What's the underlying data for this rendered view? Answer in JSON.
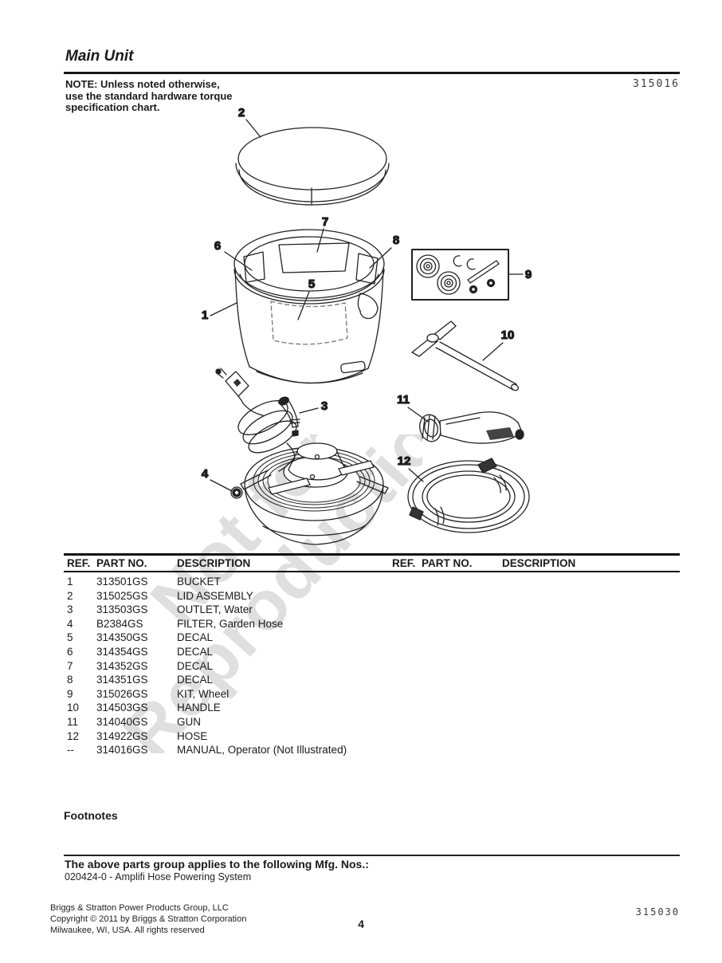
{
  "page": {
    "title": "Main Unit",
    "note": "NOTE: Unless noted otherwise,\nuse the standard hardware torque\nspecification chart.",
    "doc_number_top": "315016",
    "doc_number_bottom": "315030",
    "page_number": "4",
    "watermark": "Not for\nReproduction",
    "line_color": "#161616",
    "watermark_color": "#c6c6c6"
  },
  "diagram": {
    "callouts": {
      "c1": "1",
      "c2": "2",
      "c3": "3",
      "c4": "4",
      "c5": "5",
      "c6": "6",
      "c7": "7",
      "c8": "8",
      "c9": "9",
      "c10": "10",
      "c11": "11",
      "c12": "12"
    }
  },
  "parts_table": {
    "headers": {
      "ref": "REF.",
      "part": "PART NO.",
      "desc": "DESCRIPTION"
    },
    "rows": [
      {
        "ref": "1",
        "part": "313501GS",
        "desc": "BUCKET"
      },
      {
        "ref": "2",
        "part": "315025GS",
        "desc": "LID ASSEMBLY"
      },
      {
        "ref": "3",
        "part": "313503GS",
        "desc": "OUTLET, Water"
      },
      {
        "ref": "4",
        "part": "B2384GS",
        "desc": "FILTER, Garden Hose"
      },
      {
        "ref": "5",
        "part": "314350GS",
        "desc": "DECAL"
      },
      {
        "ref": "6",
        "part": "314354GS",
        "desc": "DECAL"
      },
      {
        "ref": "7",
        "part": "314352GS",
        "desc": "DECAL"
      },
      {
        "ref": "8",
        "part": "314351GS",
        "desc": "DECAL"
      },
      {
        "ref": "9",
        "part": "315026GS",
        "desc": "KIT, Wheel"
      },
      {
        "ref": "10",
        "part": "314503GS",
        "desc": "HANDLE"
      },
      {
        "ref": "11",
        "part": "314040GS",
        "desc": "GUN"
      },
      {
        "ref": "12",
        "part": "314922GS",
        "desc": "HOSE"
      },
      {
        "ref": "--",
        "part": "314016GS",
        "desc": "MANUAL, Operator (Not Illustrated)"
      }
    ]
  },
  "footnotes": {
    "heading": "Footnotes",
    "applies_heading": "The above parts group applies to the following Mfg. Nos.:",
    "applies_item": "020424-0 - Amplifi Hose Powering System"
  },
  "footer": {
    "company_lines": "Briggs & Stratton Power Products Group, LLC\nCopyright © 2011 by Briggs & Stratton Corporation\nMilwaukee, WI, USA. All rights reserved"
  }
}
